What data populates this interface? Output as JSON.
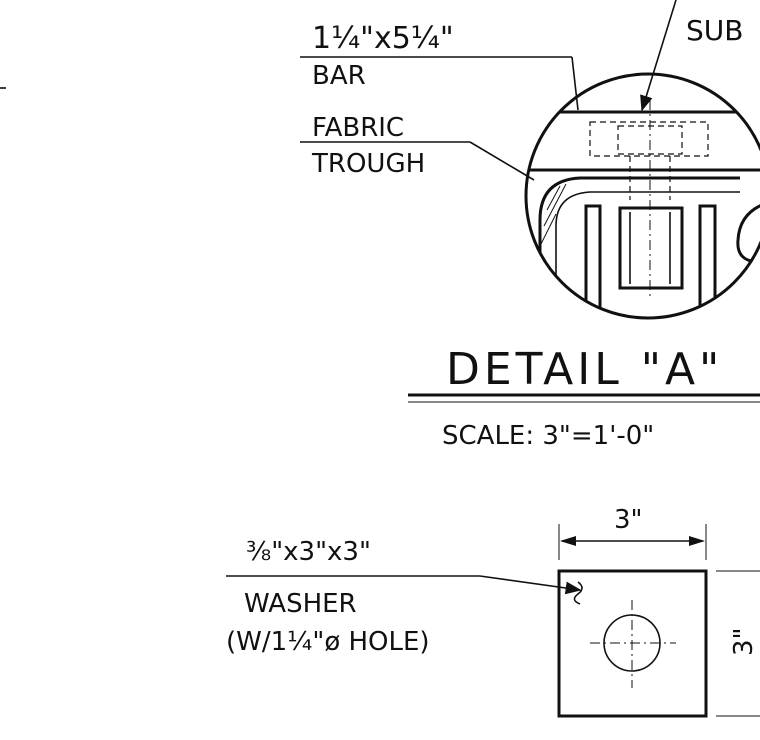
{
  "detail": {
    "bar_size": "1¼\"x5¼\"",
    "bar_label": "BAR",
    "fabric_label": "FABRIC",
    "trough_label": "TROUGH",
    "sub_label": "SUB",
    "detail_title": "DETAIL \"A\"",
    "scale_text": "SCALE:  3\"=1'-0\""
  },
  "washer": {
    "size": "⅜\"x3\"x3\"",
    "label": "WASHER",
    "hole": "(W/1¼\"ø HOLE)",
    "width_dim": "3\"",
    "height_dim": "3\""
  }
}
